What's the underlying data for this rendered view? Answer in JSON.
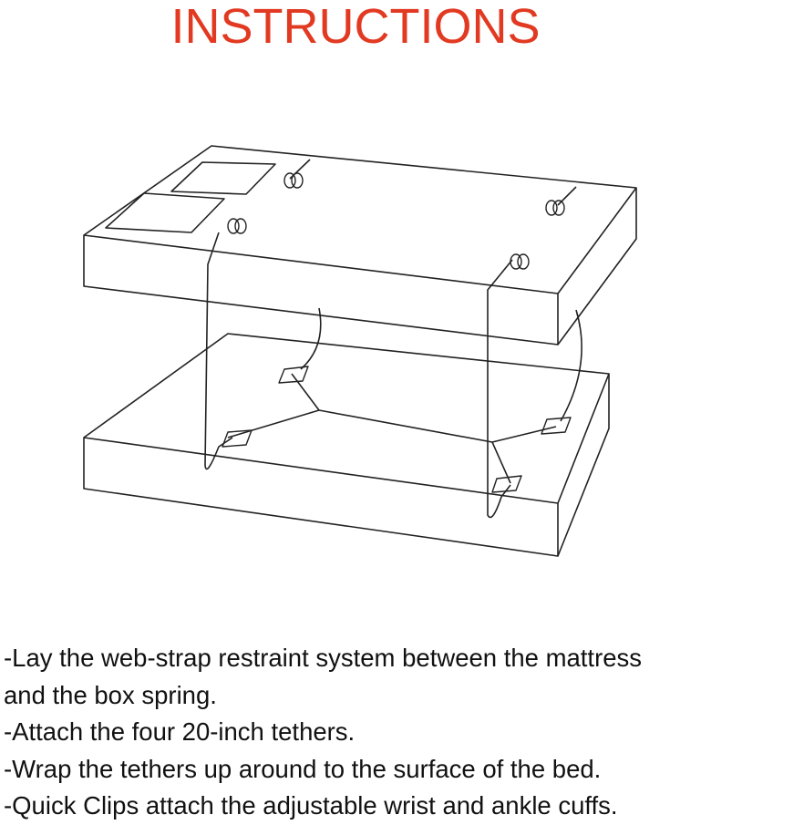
{
  "title": "INSTRUCTIONS",
  "title_color": "#e23a22",
  "diagram": "mattress-and-box-spring-restraint-diagram",
  "steps": [
    "-Lay the web-strap restraint system between the mattress",
    "and the box spring.",
    "-Attach the four 20-inch tethers.",
    "-Wrap the tethers up around to the surface of the bed.",
    "-Quick Clips attach the adjustable wrist and ankle cuffs."
  ]
}
